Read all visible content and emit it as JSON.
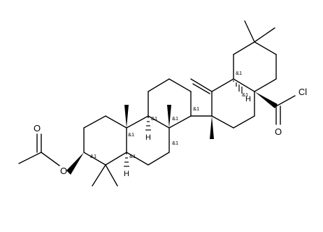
{
  "molecule": {
    "atoms": {
      "oxygen_ester_carbonyl": "O",
      "oxygen_ester": "O",
      "chlorine": "Cl",
      "oxygen_acyl": "O"
    },
    "stereo_label": "&1",
    "hydrogen_label": "H"
  }
}
